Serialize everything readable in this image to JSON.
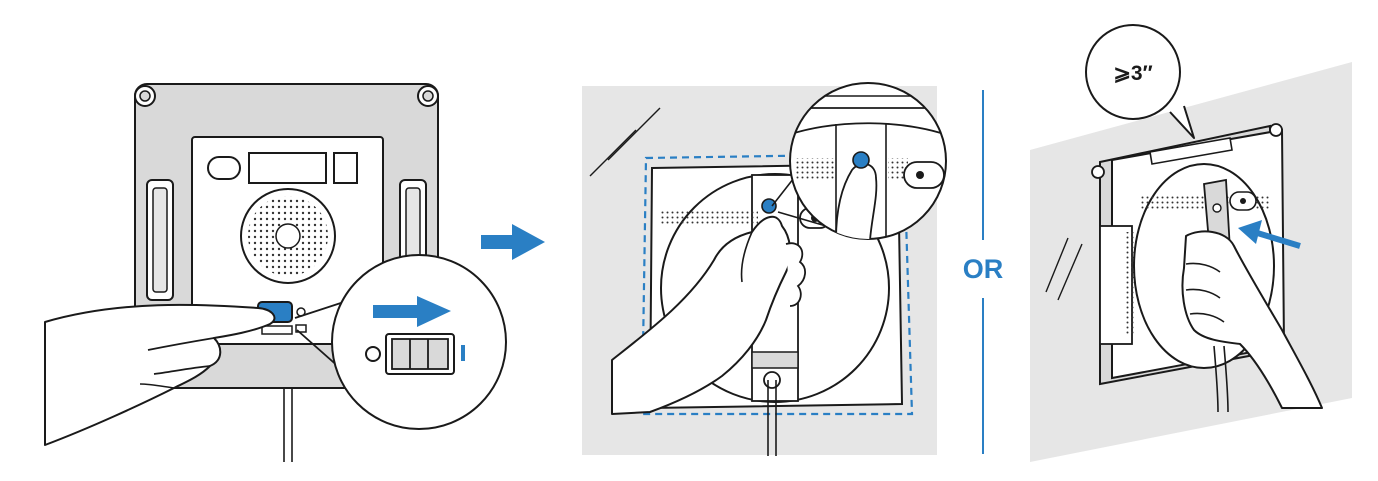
{
  "separator": {
    "label": "OR"
  },
  "distance_callout": {
    "label": "⩾3″"
  },
  "colors": {
    "accent": "#2a7fc4",
    "panel_gray": "#e6e6e6",
    "device_gray": "#d9d9d9",
    "outline": "#1a1a1a"
  },
  "steps": [
    {
      "icon": "power-switch-on"
    },
    {
      "icon": "place-on-window"
    },
    {
      "icon": "hold-handle-near-frame"
    }
  ]
}
